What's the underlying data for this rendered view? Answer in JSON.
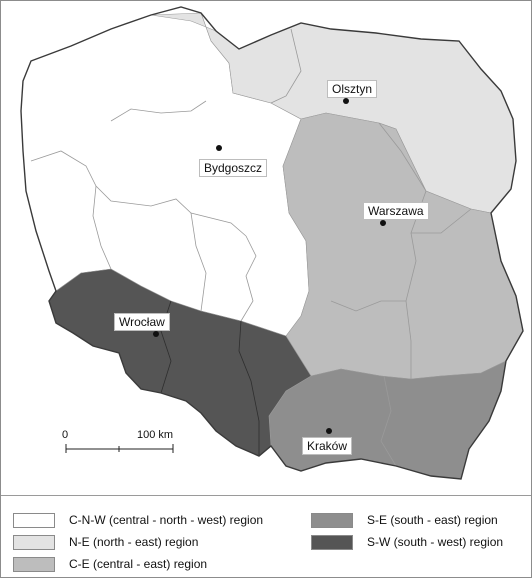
{
  "colors": {
    "cnw": "#ffffff",
    "ne": "#e3e3e3",
    "ce": "#bdbdbd",
    "se": "#8e8e8e",
    "sw": "#555555",
    "border": "#3a3a3a",
    "inner_border": "#9a9a9a",
    "inner_border_dark": "#2e2e2e"
  },
  "cities": [
    {
      "id": "olsztyn",
      "name": "Olsztyn"
    },
    {
      "id": "bydgoszcz",
      "name": "Bydgoszcz"
    },
    {
      "id": "warszawa",
      "name": "Warszawa"
    },
    {
      "id": "wroclaw",
      "name": "Wrocław"
    },
    {
      "id": "krakow",
      "name": "Kraków"
    }
  ],
  "scale": {
    "start": "0",
    "end": "100 km"
  },
  "legend": [
    {
      "id": "cnw",
      "label": "C-N-W (central - north - west) region"
    },
    {
      "id": "ne",
      "label": "N-E (north - east) region"
    },
    {
      "id": "ce",
      "label": "C-E (central - east) region"
    },
    {
      "id": "se",
      "label": "S-E (south - east) region"
    },
    {
      "id": "sw",
      "label": "S-W (south - west) region"
    }
  ]
}
